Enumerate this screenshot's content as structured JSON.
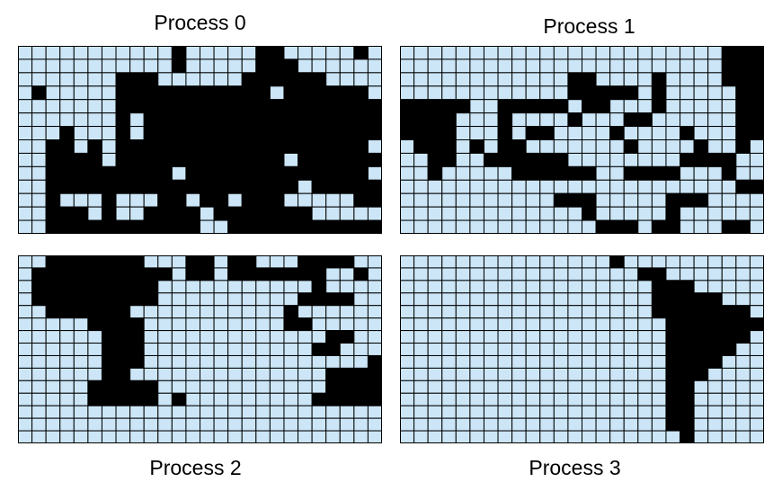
{
  "colors": {
    "ocean": "#cce6f7",
    "land": "#000000",
    "grid_line": "#000000",
    "background": "#ffffff"
  },
  "panels": [
    {
      "title": "Process 0",
      "rows": [
        "...........#.....##.....#.",
        "...........#.....###......",
        ".......###......######....",
        ".#.....###########.######.",
        ".......###################",
        ".......#.#################",
        "...#...#.#################",
        "..##.#.##################.",
        "..####.############.######",
        "..#########.#############.",
        "..##################.#####",
        "..#...#...##.##.###.....##",
        "..###.#..####.#######.....",
        "..###########..###########"
      ]
    },
    {
      "title": "Process 1",
      "rows": [
        ".......................###",
        ".......................###",
        "............##....#....###",
        "............#####.#.....##",
        "#####..#####.##...#.....##",
        "####...#....#...##......##",
        "####...#.##....#....#...##",
        ".###.#.##.......#....#..#.",
        "..##..######........####..",
        "..#.....######..####...#..",
        "........................##",
        "...........###.....###....",
        ".............#.....#......",
        "..............###.##...##."
      ]
    },
    {
      "title": "Process 2",
      "rows": [
        "..#######...##.##...####..",
        ".##########.##.#######..#.",
        ".#########...........#....",
        ".#########..........####..",
        "..######...........#......",
        ".....####..........##.....",
        "......###.............##..",
        "......###............##...",
        "......###................#",
        "......##..............####",
        ".....#####............####",
        ".....#####.#.........#####",
        "..........................",
        "..........................",
        ".........................."
      ]
    },
    {
      "title": "Process 3",
      "rows": [
        "...............#..........",
        ".................##.......",
        "..................###.....",
        "..................#####...",
        "..................#######.",
        "...................#######",
        "...................######.",
        "...................#####..",
        "...................####...",
        "...................###....",
        "...................##.....",
        "...................##.....",
        "...................##.....",
        "...................##.....",
        "....................#....."
      ]
    }
  ]
}
